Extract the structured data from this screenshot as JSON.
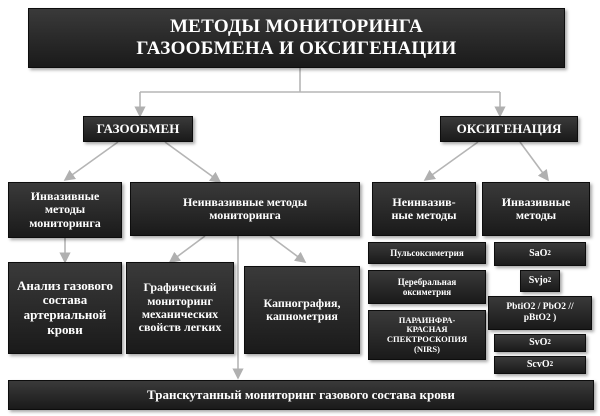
{
  "title": "МЕТОДЫ МОНИТОРИНГА ГАЗООБМЕНА И ОКСИГЕНАЦИИ",
  "gas_exchange": {
    "label": "ГАЗООБМЕН",
    "invasive": "Инвазивные методы мониторинга",
    "noninvasive": "Неинвазивные методы мониторинга",
    "blood_gas": "Анализ газового состава артериальной крови",
    "graphic": "Графический мониторинг механических свойств легких",
    "capno": "Капнография, капнометрия"
  },
  "oxygenation": {
    "label": "ОКСИГЕНАЦИЯ",
    "noninvasive": "Неинвазив-ные методы",
    "invasive": "Инвазивные методы",
    "noninvasive_items": [
      "Пульсоксиметрия",
      "Церебральная оксиметрия",
      "ПАРАИНФРА-КРАСНАЯ СПЕКТРОСКОПИЯ (NIRS)"
    ],
    "invasive_items": {
      "sao2": {
        "base": "SaO",
        "sub": "2"
      },
      "svjo2": {
        "base": "Svjo",
        "sub": "2"
      },
      "pbto2": "PbtiO2 / PbO2 // pBtO2 )",
      "svo2": {
        "base": "SvO",
        "sub": "2"
      },
      "scvo2": {
        "base": "ScvO",
        "sub": "2"
      }
    }
  },
  "bottom": "Транскутанный мониторинг газового состава крови"
}
